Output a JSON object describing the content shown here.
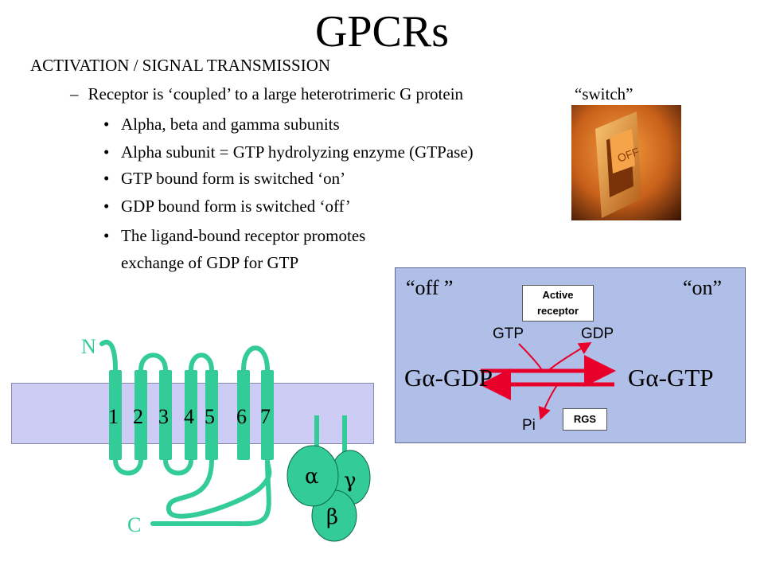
{
  "slide": {
    "title": "GPCRs",
    "section_heading": "ACTIVATION / SIGNAL TRANSMISSION",
    "dash_item": {
      "dash": "–",
      "text": "Receptor is ‘coupled’ to a large heterotrimeric G protein"
    },
    "bullet_char": "•",
    "bullets": [
      "Alpha, beta and gamma subunits",
      "Alpha subunit = GTP hydrolyzing enzyme (GTPase)",
      "GTP bound form is switched ‘on’",
      "GDP bound form is switched ‘off’",
      "The ligand-bound receptor promotes",
      "exchange of GDP for GTP"
    ],
    "switch_label": "“switch”",
    "switch_text": "OFF"
  },
  "receptor_diagram": {
    "n_terminus": "N",
    "c_terminus": "C",
    "helix_numbers": [
      "1",
      "2",
      "3",
      "4",
      "5",
      "6",
      "7"
    ],
    "subunits": {
      "alpha": "α",
      "gamma": "γ",
      "beta": "β"
    }
  },
  "cycle_diagram": {
    "off_label": "“off ”",
    "on_label": "“on”",
    "active_receptor_line1": "Active",
    "active_receptor_line2": "receptor",
    "gtp": "GTP",
    "gdp": "GDP",
    "g_alpha_gdp": "Gα-GDP",
    "g_alpha_gtp": "Gα-GTP",
    "pi": "Pi",
    "rgs": "RGS"
  },
  "colors": {
    "helix_green": "#33cc99",
    "membrane": "#ccccf5",
    "panel": "#b0bfe7",
    "arrow_red": "#e8002a",
    "switch_orange": "#d8731c"
  }
}
